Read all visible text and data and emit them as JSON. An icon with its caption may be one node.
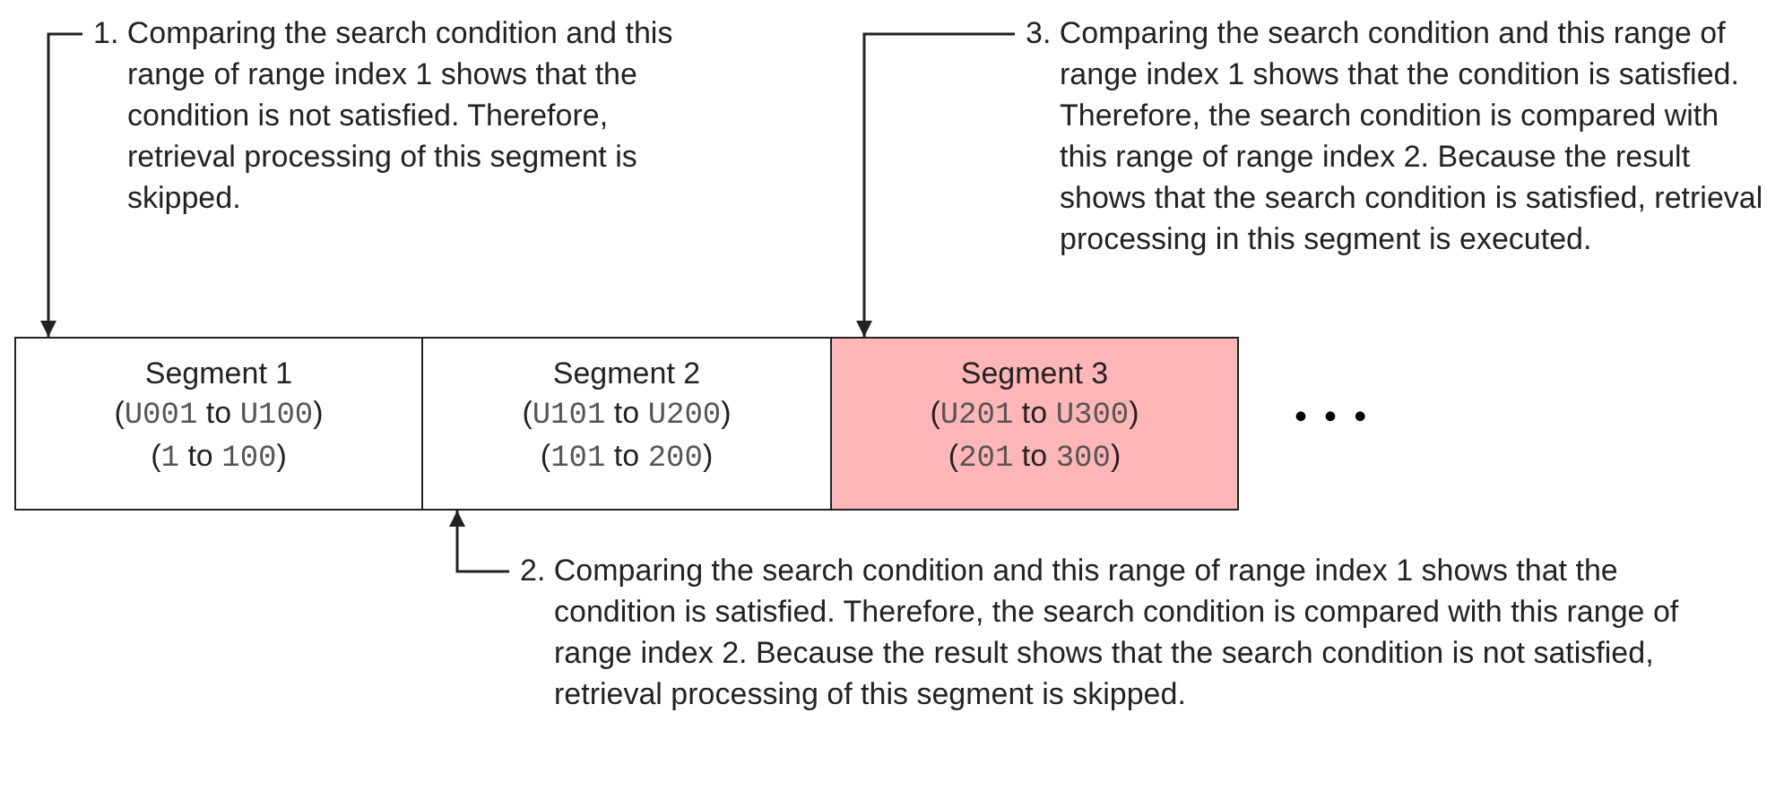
{
  "diagram": {
    "nodes": [
      {
        "text": [
          "1. Comparing the search condition and this range of range index 1 shows that the condition is not satisfied. Therefore, retrieval processing of this segment is skipped."
        ]
      },
      {
        "text": [
          "3. Comparing the search condition and this range of range index 1 shows that the condition is satisfied. Therefore, the search condition is compared with this range of range index 2. Because the result shows that the search condition is satisfied, retrieval processing in this segment is executed."
        ]
      },
      {
        "text": [
          "Segment 1",
          "(U001 to U100)",
          "(1 to 100)"
        ]
      },
      {
        "text": [
          "Segment 2",
          "(U101 to U200)",
          "(101 to 200)"
        ]
      },
      {
        "text": [
          "Segment 3",
          "(U201 to U300)",
          "(201 to 300)"
        ]
      },
      {
        "text": [
          "2. Comparing the search condition and this range of range index 1 shows that the condition is satisfied. Therefore, the search condition is compared with this range of range index 2. Because the result shows that the search condition is not satisfied, retrieval processing of this segment is skipped."
        ]
      }
    ],
    "edges": [
      {
        "from": 0,
        "to": 2,
        "arrow": "to"
      },
      {
        "from": 1,
        "to": 4,
        "arrow": "to"
      },
      {
        "from": 5,
        "to": 3,
        "arrow": "to"
      }
    ],
    "labels": [
      "• • •"
    ]
  }
}
